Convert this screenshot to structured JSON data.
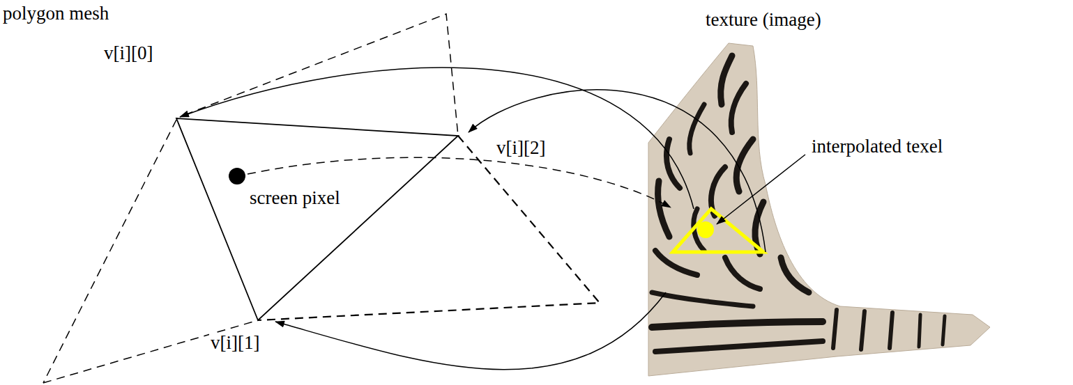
{
  "diagram": {
    "labels": [
      "polygon mesh",
      "texture (image)",
      "v[i][0]",
      "v[i][2]",
      "screen pixel",
      "interpolated texel",
      "v[i][1]"
    ]
  }
}
